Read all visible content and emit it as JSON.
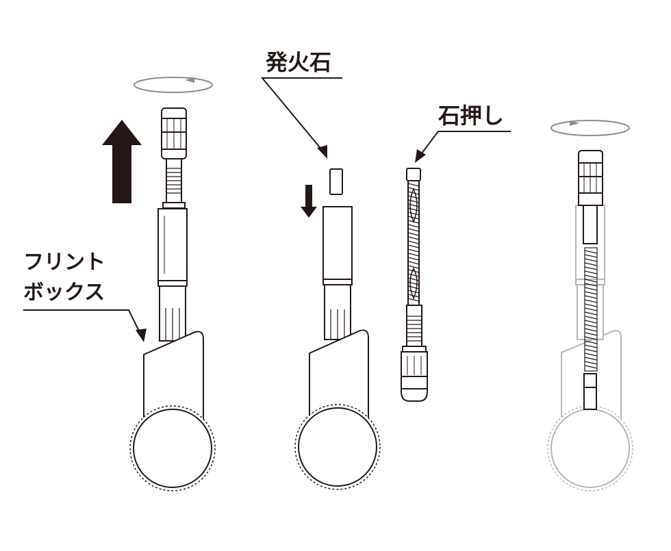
{
  "labels": {
    "flint": "発火石",
    "flint_pusher": "石押し",
    "flint_box_line1": "フリント",
    "flint_box_line2": "ボックス"
  },
  "colors": {
    "ink": "#231815",
    "ghost": "#b5b5b5",
    "rotation_arrow": "#8c8c8c"
  },
  "icons": {
    "rotate_left": "counterclockwise-rotation-icon",
    "rotate_right": "clockwise-rotation-icon",
    "pull_up": "up-arrow-icon",
    "insert_down": "down-arrow-icon"
  }
}
